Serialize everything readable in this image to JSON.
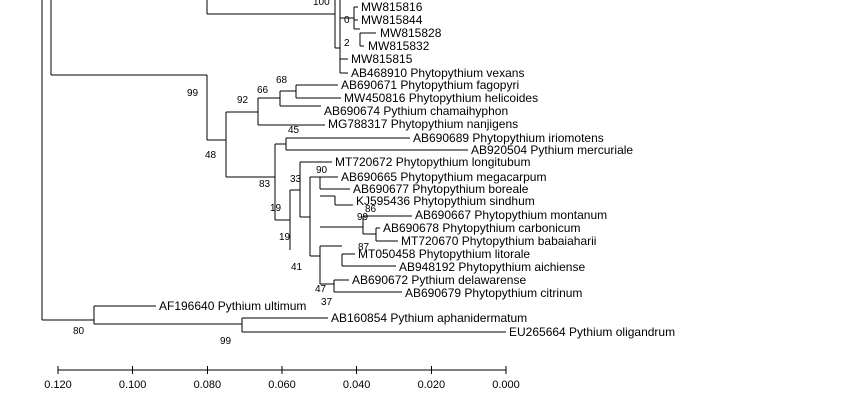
{
  "tree": {
    "leaves": [
      {
        "id": "l-mw815816",
        "label": "MW815816"
      },
      {
        "id": "l-mw815844",
        "label": "MW815844"
      },
      {
        "id": "l-mw815828",
        "label": "MW815828"
      },
      {
        "id": "l-mw815832",
        "label": "MW815832"
      },
      {
        "id": "l-mw815815",
        "label": "MW815815"
      },
      {
        "id": "l-ab468910",
        "label": "AB468910 Phytopythium vexans"
      },
      {
        "id": "l-ab690671",
        "label": "AB690671 Phytopythium fagopyri"
      },
      {
        "id": "l-mw450816",
        "label": "MW450816 Phytopythium helicoides"
      },
      {
        "id": "l-ab690674",
        "label": "AB690674 Pythium chamaihyphon"
      },
      {
        "id": "l-mg788317",
        "label": "MG788317 Phytopythium nanjigens"
      },
      {
        "id": "l-ab690689",
        "label": "AB690689 Phytopythium iriomotens"
      },
      {
        "id": "l-ab920504",
        "label": "AB920504 Pythium mercuriale"
      },
      {
        "id": "l-mt720672",
        "label": "MT720672 Phytopythium longitubum"
      },
      {
        "id": "l-ab690665",
        "label": "AB690665 Phytopythium megacarpum"
      },
      {
        "id": "l-ab690677",
        "label": "AB690677 Phytopythium boreale"
      },
      {
        "id": "l-kj595436",
        "label": "KJ595436 Phytopythium sindhum"
      },
      {
        "id": "l-ab690667",
        "label": "AB690667 Phytopythium montanum"
      },
      {
        "id": "l-ab690678",
        "label": "AB690678 Phytopythium carbonicum"
      },
      {
        "id": "l-mt720670",
        "label": "MT720670 Phytopythium babaiaharii"
      },
      {
        "id": "l-mt050458",
        "label": "MT050458 Phytopythium litorale"
      },
      {
        "id": "l-ab948192",
        "label": "AB948192 Phytopythium aichiense"
      },
      {
        "id": "l-ab690672",
        "label": "AB690672 Pythium delawarense"
      },
      {
        "id": "l-ab690679",
        "label": "AB690679 Phytopythium citrinum"
      },
      {
        "id": "l-af196640",
        "label": "AF196640 Pythium ultimum"
      },
      {
        "id": "l-ab160854",
        "label": "AB160854 Pythium aphanidermatum"
      },
      {
        "id": "l-eu265664",
        "label": "EU265664 Pythium oligandrum"
      }
    ],
    "bootstrap": [
      {
        "id": "b-100",
        "value": "100"
      },
      {
        "id": "b-0",
        "value": "0"
      },
      {
        "id": "b-2",
        "value": "2"
      },
      {
        "id": "b-99a",
        "value": "99"
      },
      {
        "id": "b-68",
        "value": "68"
      },
      {
        "id": "b-66",
        "value": "66"
      },
      {
        "id": "b-92",
        "value": "92"
      },
      {
        "id": "b-45",
        "value": "45"
      },
      {
        "id": "b-48",
        "value": "48"
      },
      {
        "id": "b-90",
        "value": "90"
      },
      {
        "id": "b-33",
        "value": "33"
      },
      {
        "id": "b-83",
        "value": "83"
      },
      {
        "id": "b-86",
        "value": "86"
      },
      {
        "id": "b-99b",
        "value": "99"
      },
      {
        "id": "b-19a",
        "value": "19"
      },
      {
        "id": "b-19b",
        "value": "19"
      },
      {
        "id": "b-87",
        "value": "87"
      },
      {
        "id": "b-41",
        "value": "41"
      },
      {
        "id": "b-47",
        "value": "47"
      },
      {
        "id": "b-37",
        "value": "37"
      },
      {
        "id": "b-80",
        "value": "80"
      },
      {
        "id": "b-99c",
        "value": "99"
      }
    ],
    "scale_ticks": [
      "0.120",
      "0.100",
      "0.080",
      "0.060",
      "0.040",
      "0.020",
      "0.000"
    ]
  }
}
